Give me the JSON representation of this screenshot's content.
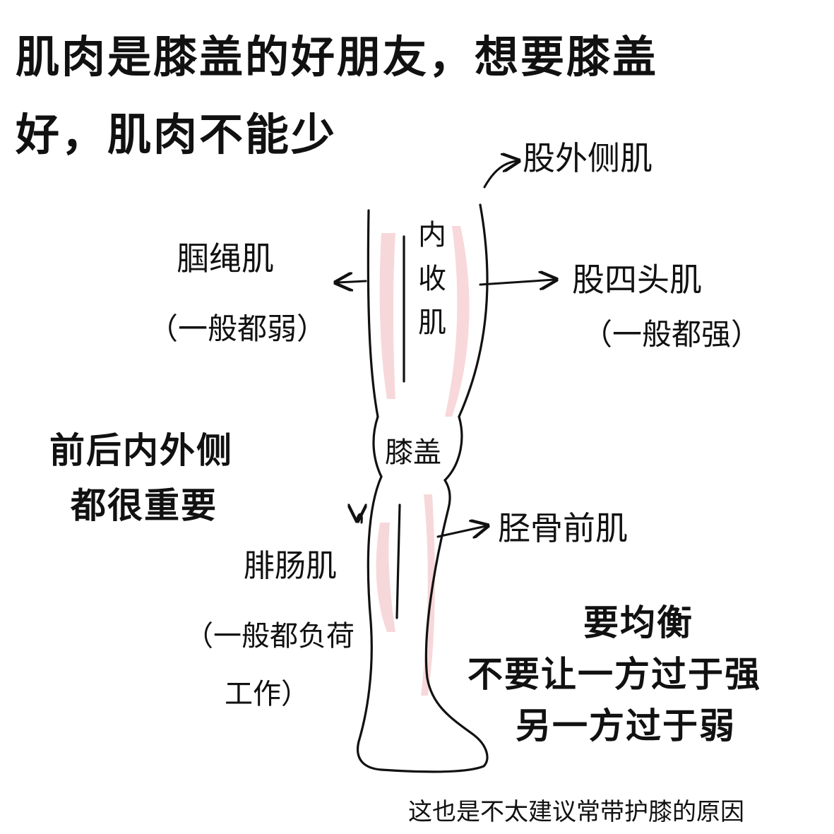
{
  "title": {
    "line1": "肌肉是膝盖的好朋友，想要膝盖",
    "line2": "好，肌肉不能少"
  },
  "labels": {
    "vastus_lateralis": "股外侧肌",
    "hamstring": "腘绳肌",
    "hamstring_note": "（一般都弱）",
    "adductor": [
      "内",
      "收",
      "肌"
    ],
    "quadriceps": "股四头肌",
    "quadriceps_note": "（一般都强）",
    "knee": "膝盖",
    "tibialis": "胫骨前肌",
    "calf": "腓肠肌",
    "calf_note_line1": "（一般都负荷",
    "calf_note_line2": "工作）"
  },
  "notes": {
    "all_sides_line1": "前后内外侧",
    "all_sides_line2": "都很重要",
    "balance_line1": "要均衡",
    "balance_line2": "不要让一方过于强",
    "balance_line3": "另一方过于弱",
    "footer": "这也是不太建议常带护膝的原因"
  },
  "colors": {
    "ink": "#111111",
    "muscle_shading": "#f7d4d6"
  }
}
